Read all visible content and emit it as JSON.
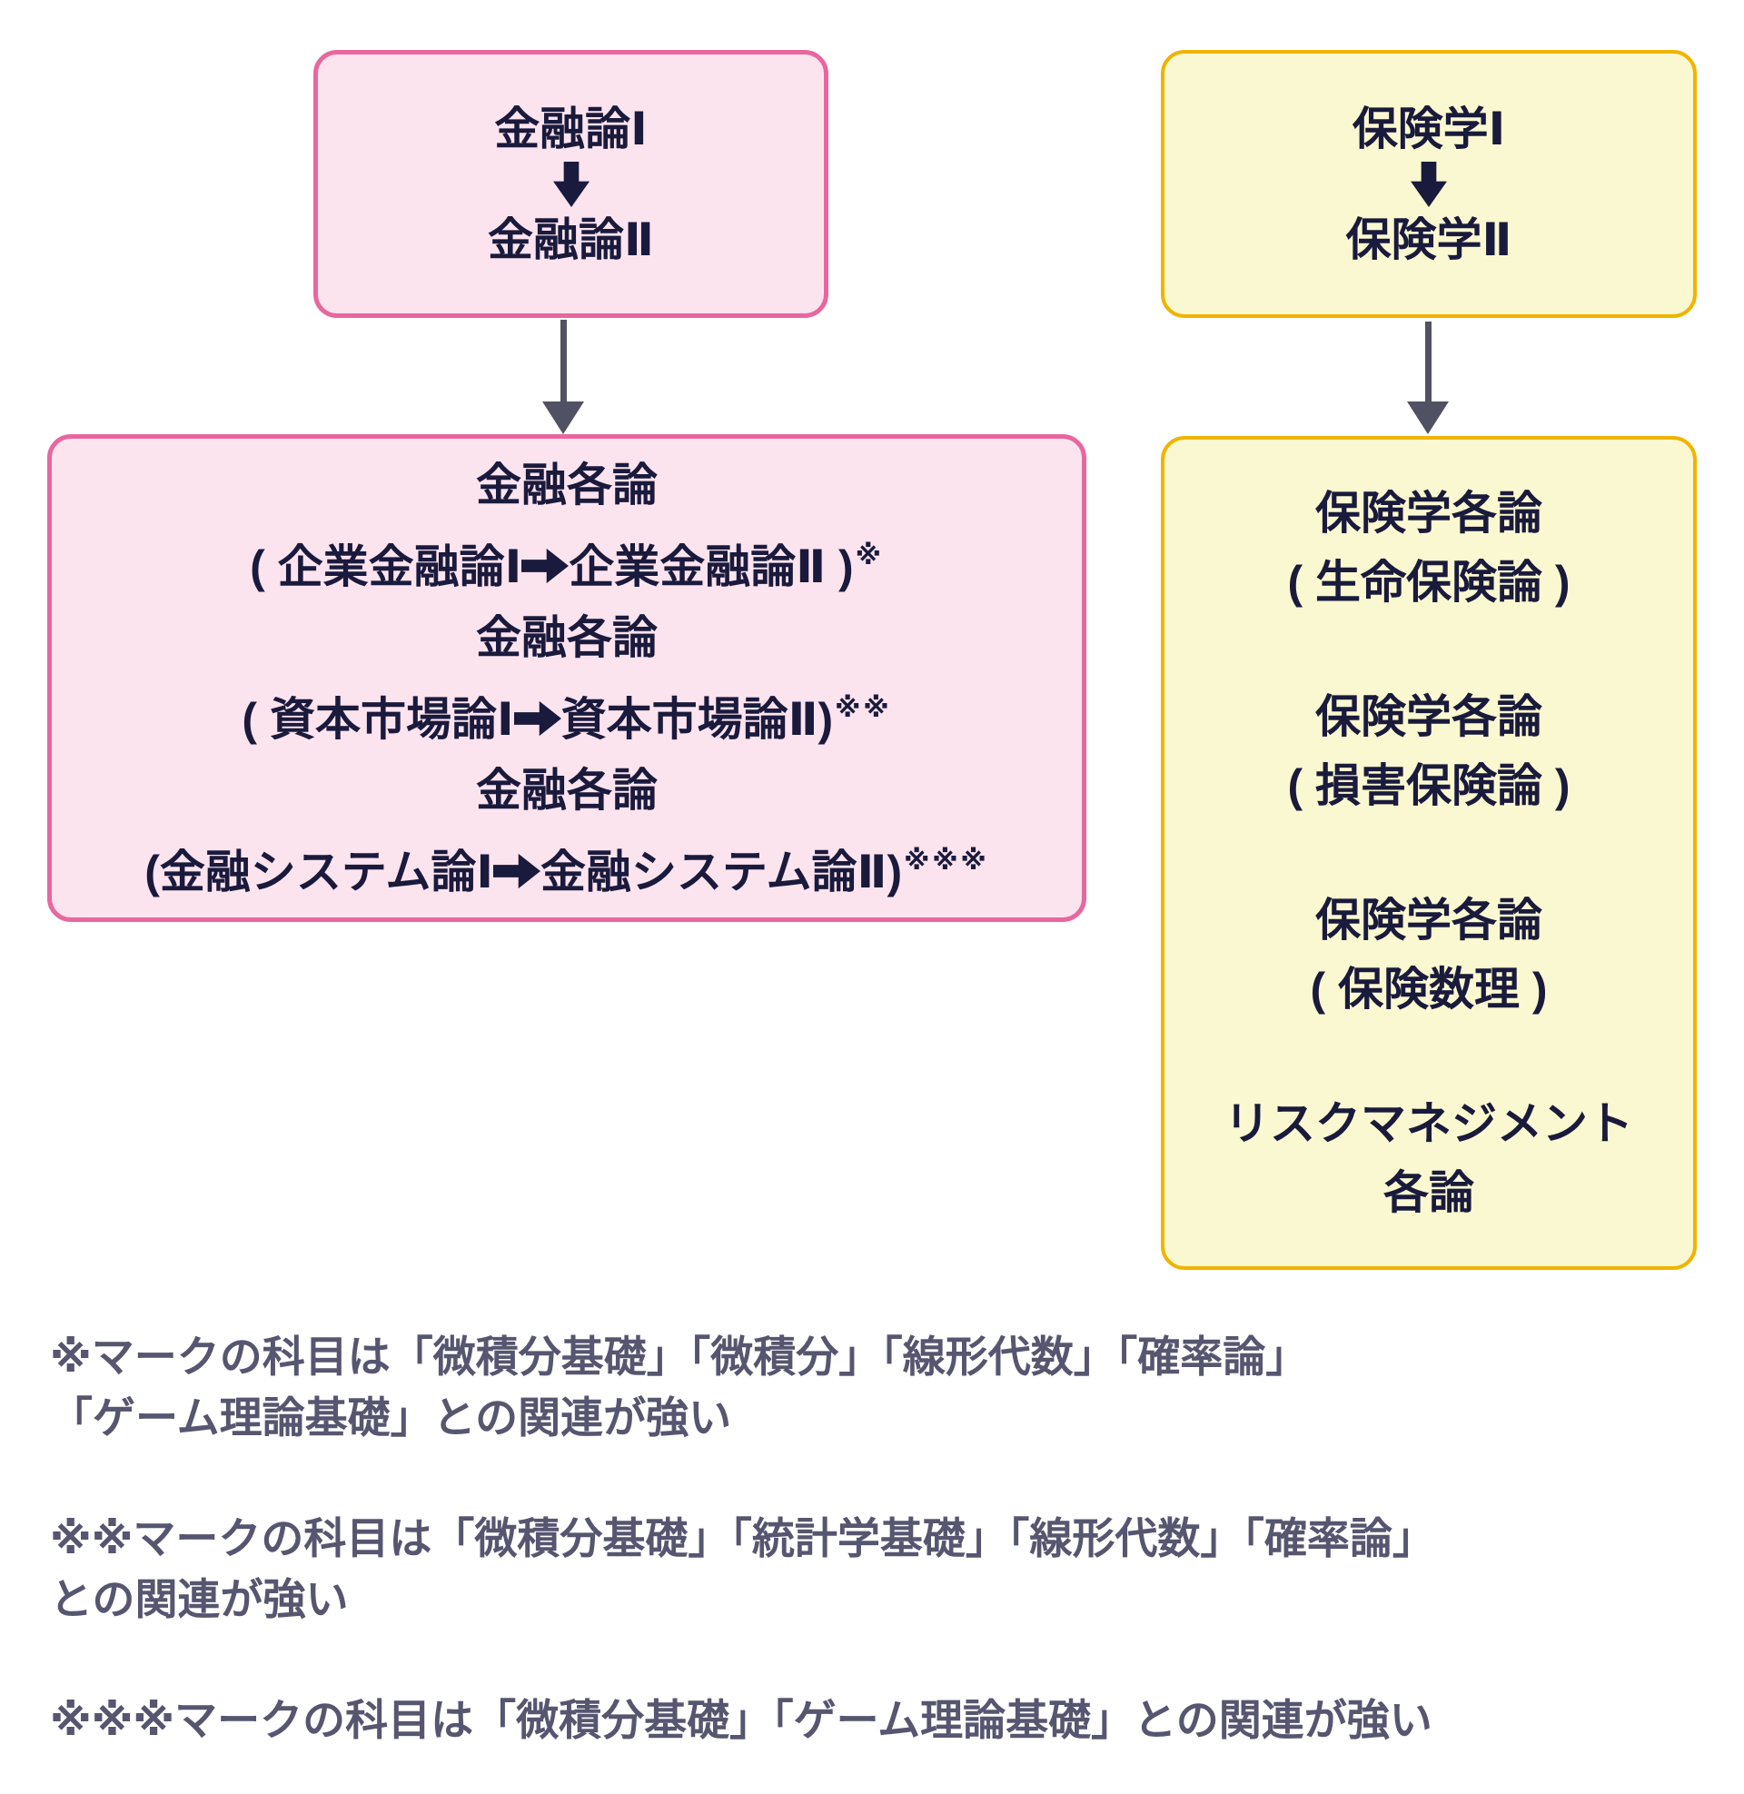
{
  "colors": {
    "pink_fill": "#fce4ef",
    "pink_border": "#e8679f",
    "yellow_fill": "#faf8d0",
    "yellow_border": "#f0b400",
    "box_text": "#1a1a3c",
    "note_text": "#565670",
    "connector": "#515164"
  },
  "finance_column": {
    "intro_box": {
      "course_1": "金融論Ⅰ",
      "course_2": "金融論Ⅱ"
    },
    "detail_box": {
      "lines": [
        {
          "segments": [
            {
              "t": "金融各論"
            }
          ]
        },
        {
          "segments": [
            {
              "t": "( 企業金融論Ⅰ"
            },
            {
              "icon": "arrow-right"
            },
            {
              "t": "企業金融論Ⅱ )"
            },
            {
              "sup": "※"
            }
          ]
        },
        {
          "segments": [
            {
              "t": "金融各論"
            }
          ]
        },
        {
          "segments": [
            {
              "t": "( 資本市場論Ⅰ"
            },
            {
              "icon": "arrow-right"
            },
            {
              "t": "資本市場論Ⅱ)"
            },
            {
              "sup": "※※"
            }
          ]
        },
        {
          "segments": [
            {
              "t": "金融各論"
            }
          ]
        },
        {
          "segments": [
            {
              "t": "(金融システム論Ⅰ"
            },
            {
              "icon": "arrow-right"
            },
            {
              "t": "金融システム論Ⅱ)"
            },
            {
              "sup": "※※※"
            }
          ]
        }
      ]
    }
  },
  "insurance_column": {
    "intro_box": {
      "course_1": "保険学Ⅰ",
      "course_2": "保険学Ⅱ"
    },
    "detail_box": {
      "groups": [
        {
          "lines": [
            "保険学各論",
            "( 生命保険論 )"
          ]
        },
        {
          "lines": [
            "保険学各論",
            "( 損害保険論 )"
          ]
        },
        {
          "lines": [
            "保険学各論",
            "( 保険数理 )"
          ]
        },
        {
          "lines": [
            "リスクマネジメント",
            "各論"
          ]
        }
      ]
    }
  },
  "footnotes": [
    {
      "lines": [
        "※マークの科目は「微積分基礎」「微積分」「線形代数」「確率論」",
        "「ゲーム理論基礎」との関連が強い"
      ]
    },
    {
      "lines": [
        "※※マークの科目は「微積分基礎」「統計学基礎」「線形代数」「確率論」",
        "との関連が強い"
      ]
    },
    {
      "lines": [
        "※※※マークの科目は「微積分基礎」「ゲーム理論基礎」との関連が強い"
      ]
    }
  ]
}
